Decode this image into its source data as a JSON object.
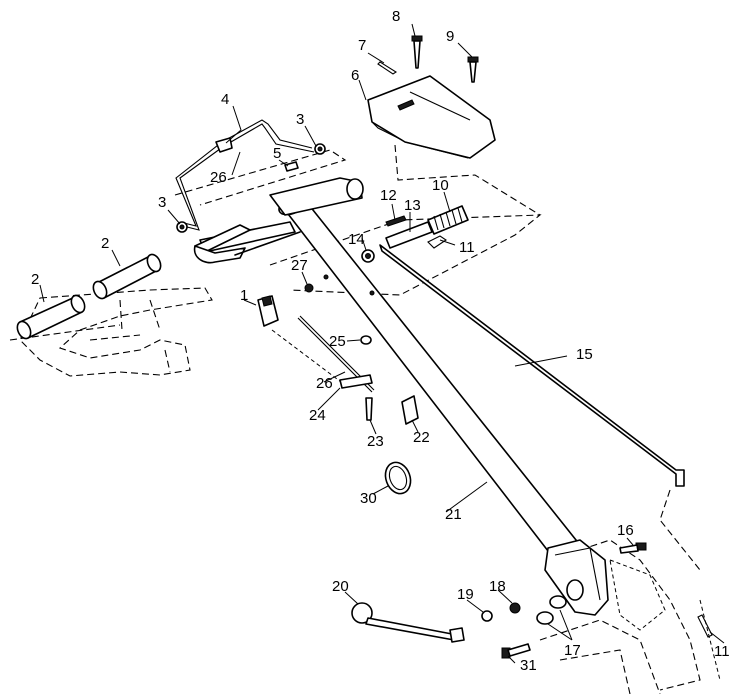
{
  "callouts": {
    "c1": "1",
    "c2a": "2",
    "c2b": "2",
    "c3a": "3",
    "c3b": "3",
    "c4": "4",
    "c5": "5",
    "c6": "6",
    "c7": "7",
    "c8": "8",
    "c9": "9",
    "c10": "10",
    "c11a": "11",
    "c11b": "11",
    "c12": "12",
    "c13": "13",
    "c14": "14",
    "c15": "15",
    "c16": "16",
    "c17": "17",
    "c18": "18",
    "c19": "19",
    "c20": "20",
    "c21": "21",
    "c22": "22",
    "c23": "23",
    "c24": "24",
    "c25": "25",
    "c26a": "26",
    "c26b": "26",
    "c27": "27",
    "c30": "30",
    "c31": "31"
  }
}
